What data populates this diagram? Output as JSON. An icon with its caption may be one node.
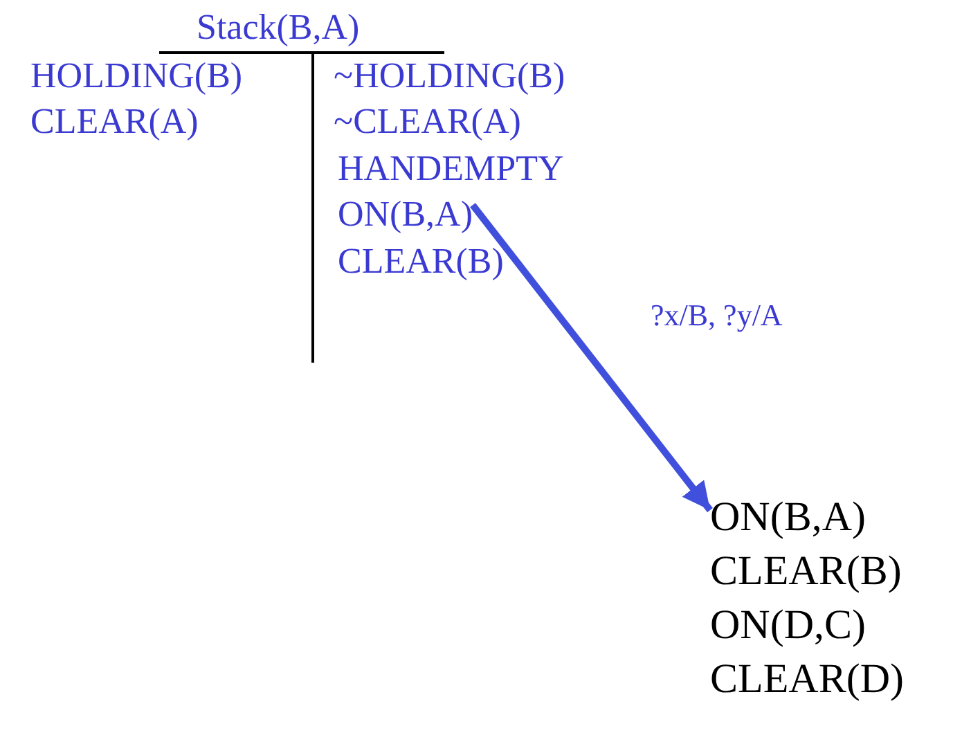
{
  "diagram": {
    "nodes": [
      {
        "text": [
          "ON(B,A)"
        ]
      },
      {
        "text": [
          "ON(B,A)"
        ]
      }
    ],
    "edges": [
      {
        "from": 0,
        "to": 1,
        "arrow": "to",
        "label": "?x/B, ?y/A"
      }
    ],
    "labels": [
      "Stack(B,A)",
      "HOLDING(B)",
      "~HOLDING(B)",
      "CLEAR(A)",
      "~CLEAR(A)",
      "HANDEMPTY",
      "CLEAR(B)",
      "CLEAR(B)",
      "ON(D,C)",
      "CLEAR(D)"
    ]
  }
}
